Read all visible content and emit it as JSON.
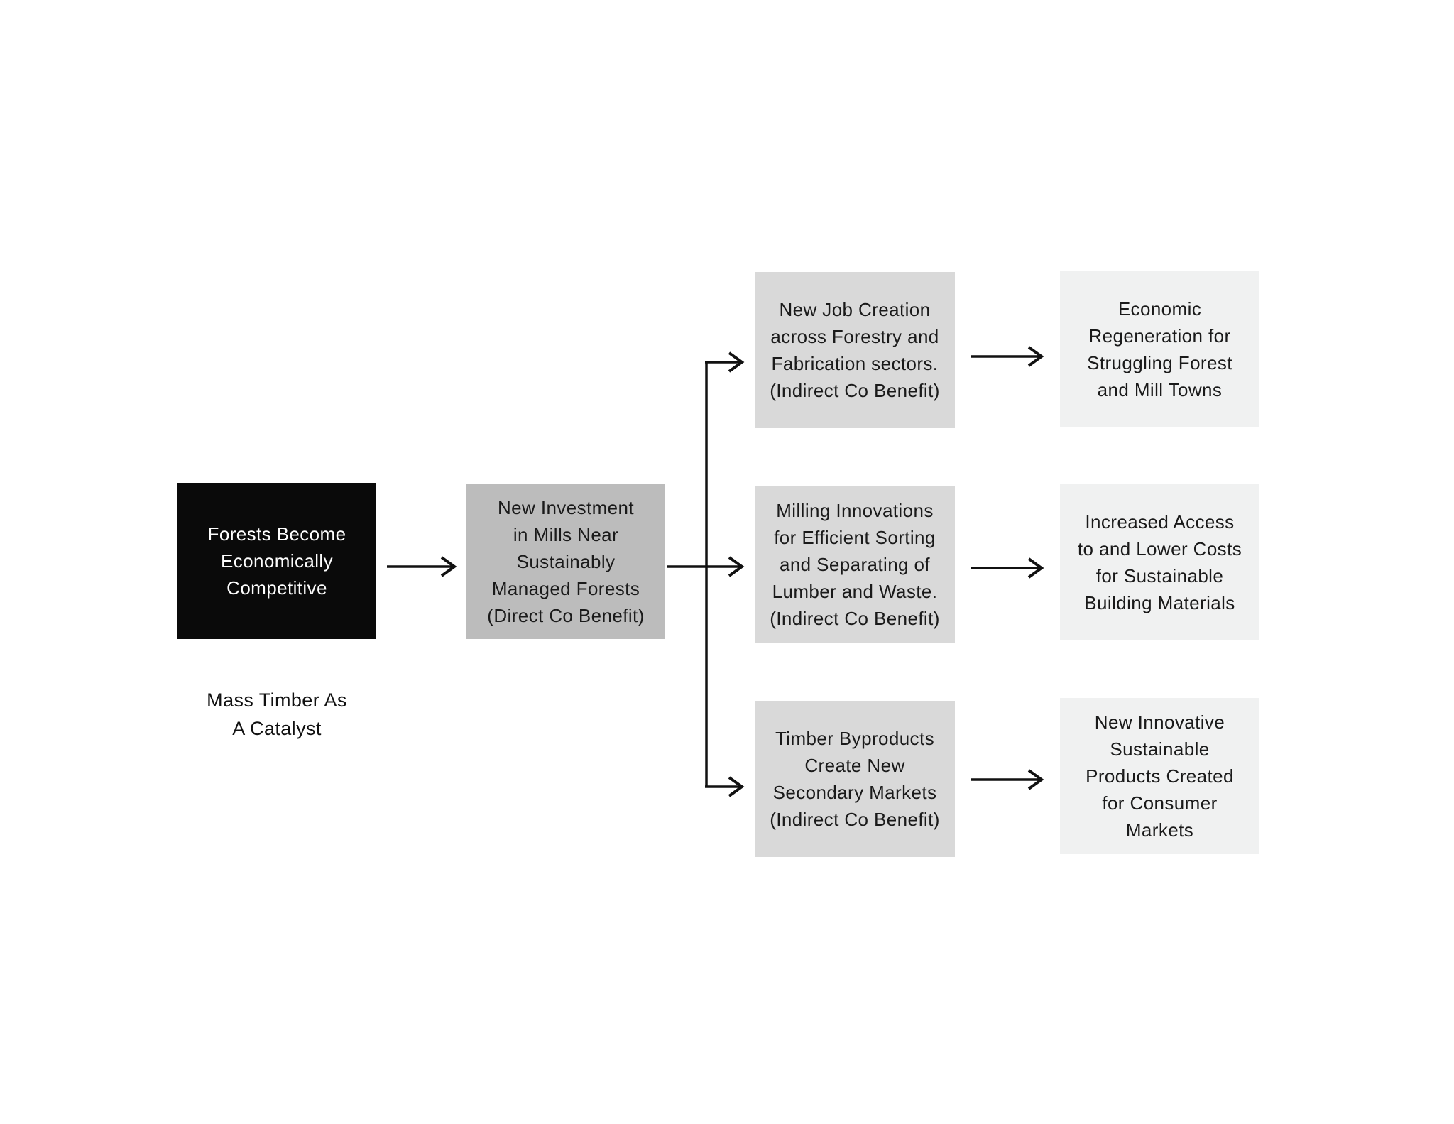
{
  "diagram": {
    "caption": "Mass Timber As\nA Catalyst",
    "nodes": {
      "root": {
        "label": "Forests Become\nEconomically\nCompetitive",
        "role": "catalyst"
      },
      "investment": {
        "label": "New Investment\nin Mills Near\nSustainably\nManaged Forests\n(Direct Co Benefit)",
        "role": "direct-co-benefit"
      },
      "jobs": {
        "label": "New Job Creation\nacross Forestry and\nFabrication sectors.\n(Indirect Co Benefit)",
        "role": "indirect-co-benefit"
      },
      "milling": {
        "label": "Milling Innovations\nfor Efficient Sorting\nand Separating of\nLumber and Waste.\n(Indirect Co Benefit)",
        "role": "indirect-co-benefit"
      },
      "byproducts": {
        "label": "Timber Byproducts\nCreate New\nSecondary Markets\n(Indirect Co Benefit)",
        "role": "indirect-co-benefit"
      },
      "regeneration": {
        "label": "Economic\nRegeneration for\nStruggling Forest\nand Mill Towns",
        "role": "outcome"
      },
      "access": {
        "label": "Increased Access\nto and Lower Costs\nfor Sustainable\nBuilding Materials",
        "role": "outcome"
      },
      "products": {
        "label": "New Innovative\nSustainable\nProducts Created\nfor Consumer\nMarkets",
        "role": "outcome"
      }
    },
    "edges": [
      {
        "from": "root",
        "to": "investment"
      },
      {
        "from": "investment",
        "to": "jobs"
      },
      {
        "from": "investment",
        "to": "milling"
      },
      {
        "from": "investment",
        "to": "byproducts"
      },
      {
        "from": "jobs",
        "to": "regeneration"
      },
      {
        "from": "milling",
        "to": "access"
      },
      {
        "from": "byproducts",
        "to": "products"
      }
    ],
    "colors": {
      "background": "#ffffff",
      "root_box": "#0a0a0a",
      "root_text": "#fdfdfd",
      "direct_box": "#bcbcbc",
      "indirect_box": "#d9d9d9",
      "outcome_box": "#f0f1f1",
      "text": "#1a1a1a",
      "arrow": "#111111"
    }
  }
}
